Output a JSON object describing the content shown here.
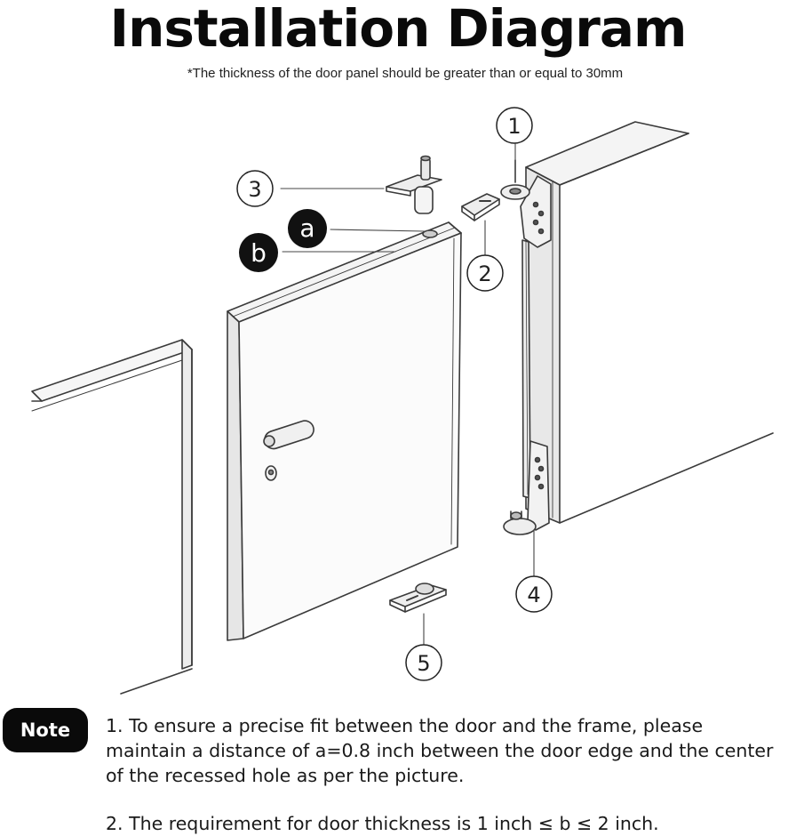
{
  "title": "Installation Diagram",
  "subtitle": "*The thickness of the door panel should be greater than or equal to 30mm",
  "callouts": {
    "c1": "1",
    "c2": "2",
    "c3": "3",
    "c4": "4",
    "c5": "5",
    "ca": "a",
    "cb": "b"
  },
  "note": {
    "label": "Note",
    "item1": "1. To ensure a precise fit between the door and the frame, please maintain a distance of a=0.8 inch between the door edge and the center of the recessed hole as per the picture.",
    "item2": "2. The requirement for door thickness is 1 inch ≤ b ≤ 2 inch."
  }
}
